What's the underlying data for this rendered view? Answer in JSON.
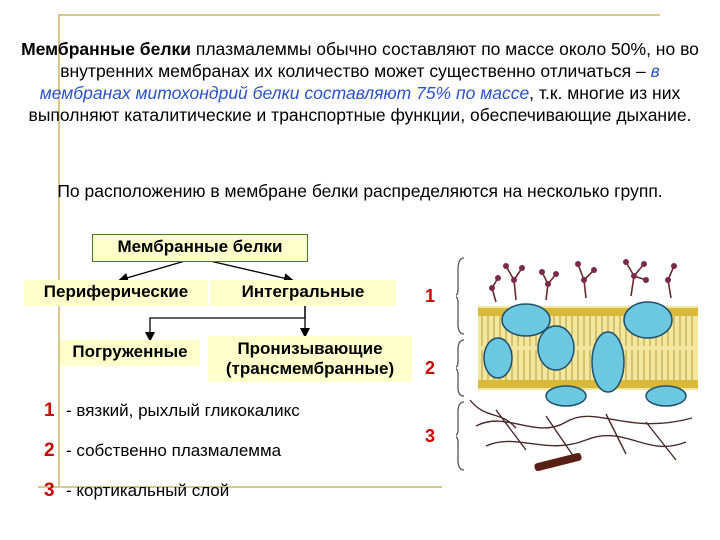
{
  "text": {
    "p1_bold": "Мембранные белки",
    "p1_a": " плазмалеммы обычно составляют по массе около 50%, но во внутренних мембранах их количество может существенно отличаться – ",
    "p1_hl": "в мембранах митохондрий белки составляют 75% по массе",
    "p1_b": ", т.к. многие из них выполняют каталитические и транспортные функции, обеспечивающие дыхание.",
    "p2": "По расположению в мембране белки распределяются на несколько групп."
  },
  "scheme": {
    "root": "Мембранные белки",
    "peripheral": "Периферические",
    "integral": "Интегральные",
    "submerged": "Погруженные",
    "piercing_1": "Пронизывающие",
    "piercing_2": "(трансмембранные)"
  },
  "figure_numbers": {
    "n1": "1",
    "n2": "2",
    "n3": "3"
  },
  "legend": [
    {
      "num": "1",
      "text": "- вязкий, рыхлый гликокаликс"
    },
    {
      "num": "2",
      "text": "- собственно плазмалемма"
    },
    {
      "num": "3",
      "text": "- кортикальный слой"
    }
  ],
  "colors": {
    "frame": "#d7c98a",
    "box_fill": "#ffffcc",
    "highlight_text": "#2a52c8",
    "number_red": "#cc0000",
    "protein_fill": "#6cc7e0",
    "lipid_head": "#e0c23a"
  }
}
